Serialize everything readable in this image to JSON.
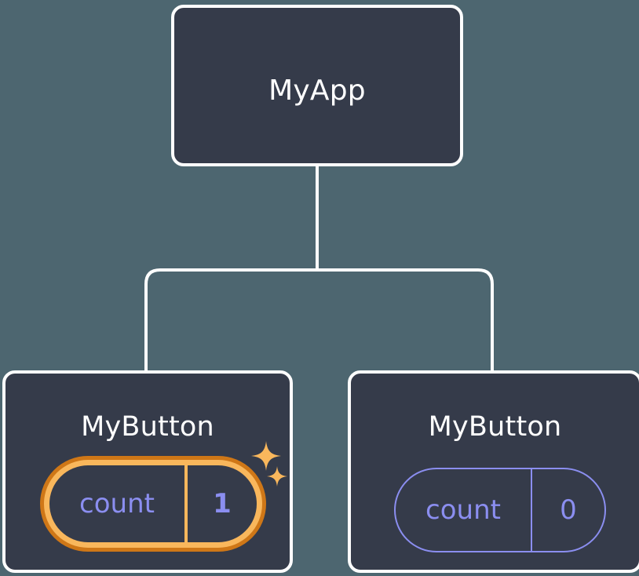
{
  "diagram": {
    "title": "MyApp",
    "background_color": "#4d6670",
    "node_fill_color": "#353b4a",
    "node_border_color": "#ffffff",
    "connector_color": "#ffffff",
    "highlight_outer_color": "#cf7717",
    "highlight_inner_color": "#f9b75c",
    "state_text_color": "#8b8ef0"
  },
  "root": {
    "label": "MyApp"
  },
  "children": [
    {
      "label": "MyButton",
      "state": {
        "key": "count",
        "value": "1"
      },
      "highlighted": true,
      "sparkles": 2
    },
    {
      "label": "MyButton",
      "state": {
        "key": "count",
        "value": "0"
      },
      "highlighted": false,
      "sparkles": 0
    }
  ]
}
